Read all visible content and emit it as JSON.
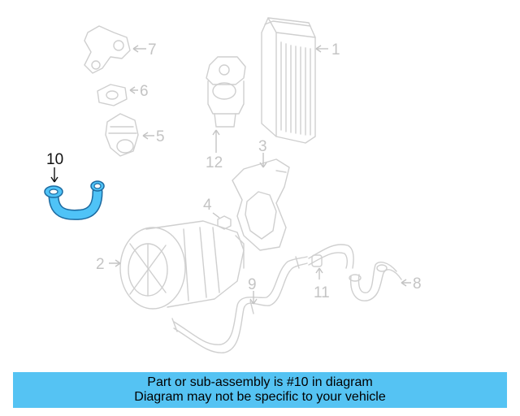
{
  "diagram": {
    "highlight_color": "#4fc3f7",
    "callouts": [
      "1",
      "2",
      "3",
      "4",
      "5",
      "6",
      "7",
      "8",
      "9",
      "10",
      "11",
      "12"
    ],
    "highlighted_callout": "10"
  },
  "caption": {
    "line1": "Part or sub-assembly is #10 in diagram",
    "line2": "Diagram may not be specific to your vehicle",
    "background": "#55c3f3"
  }
}
